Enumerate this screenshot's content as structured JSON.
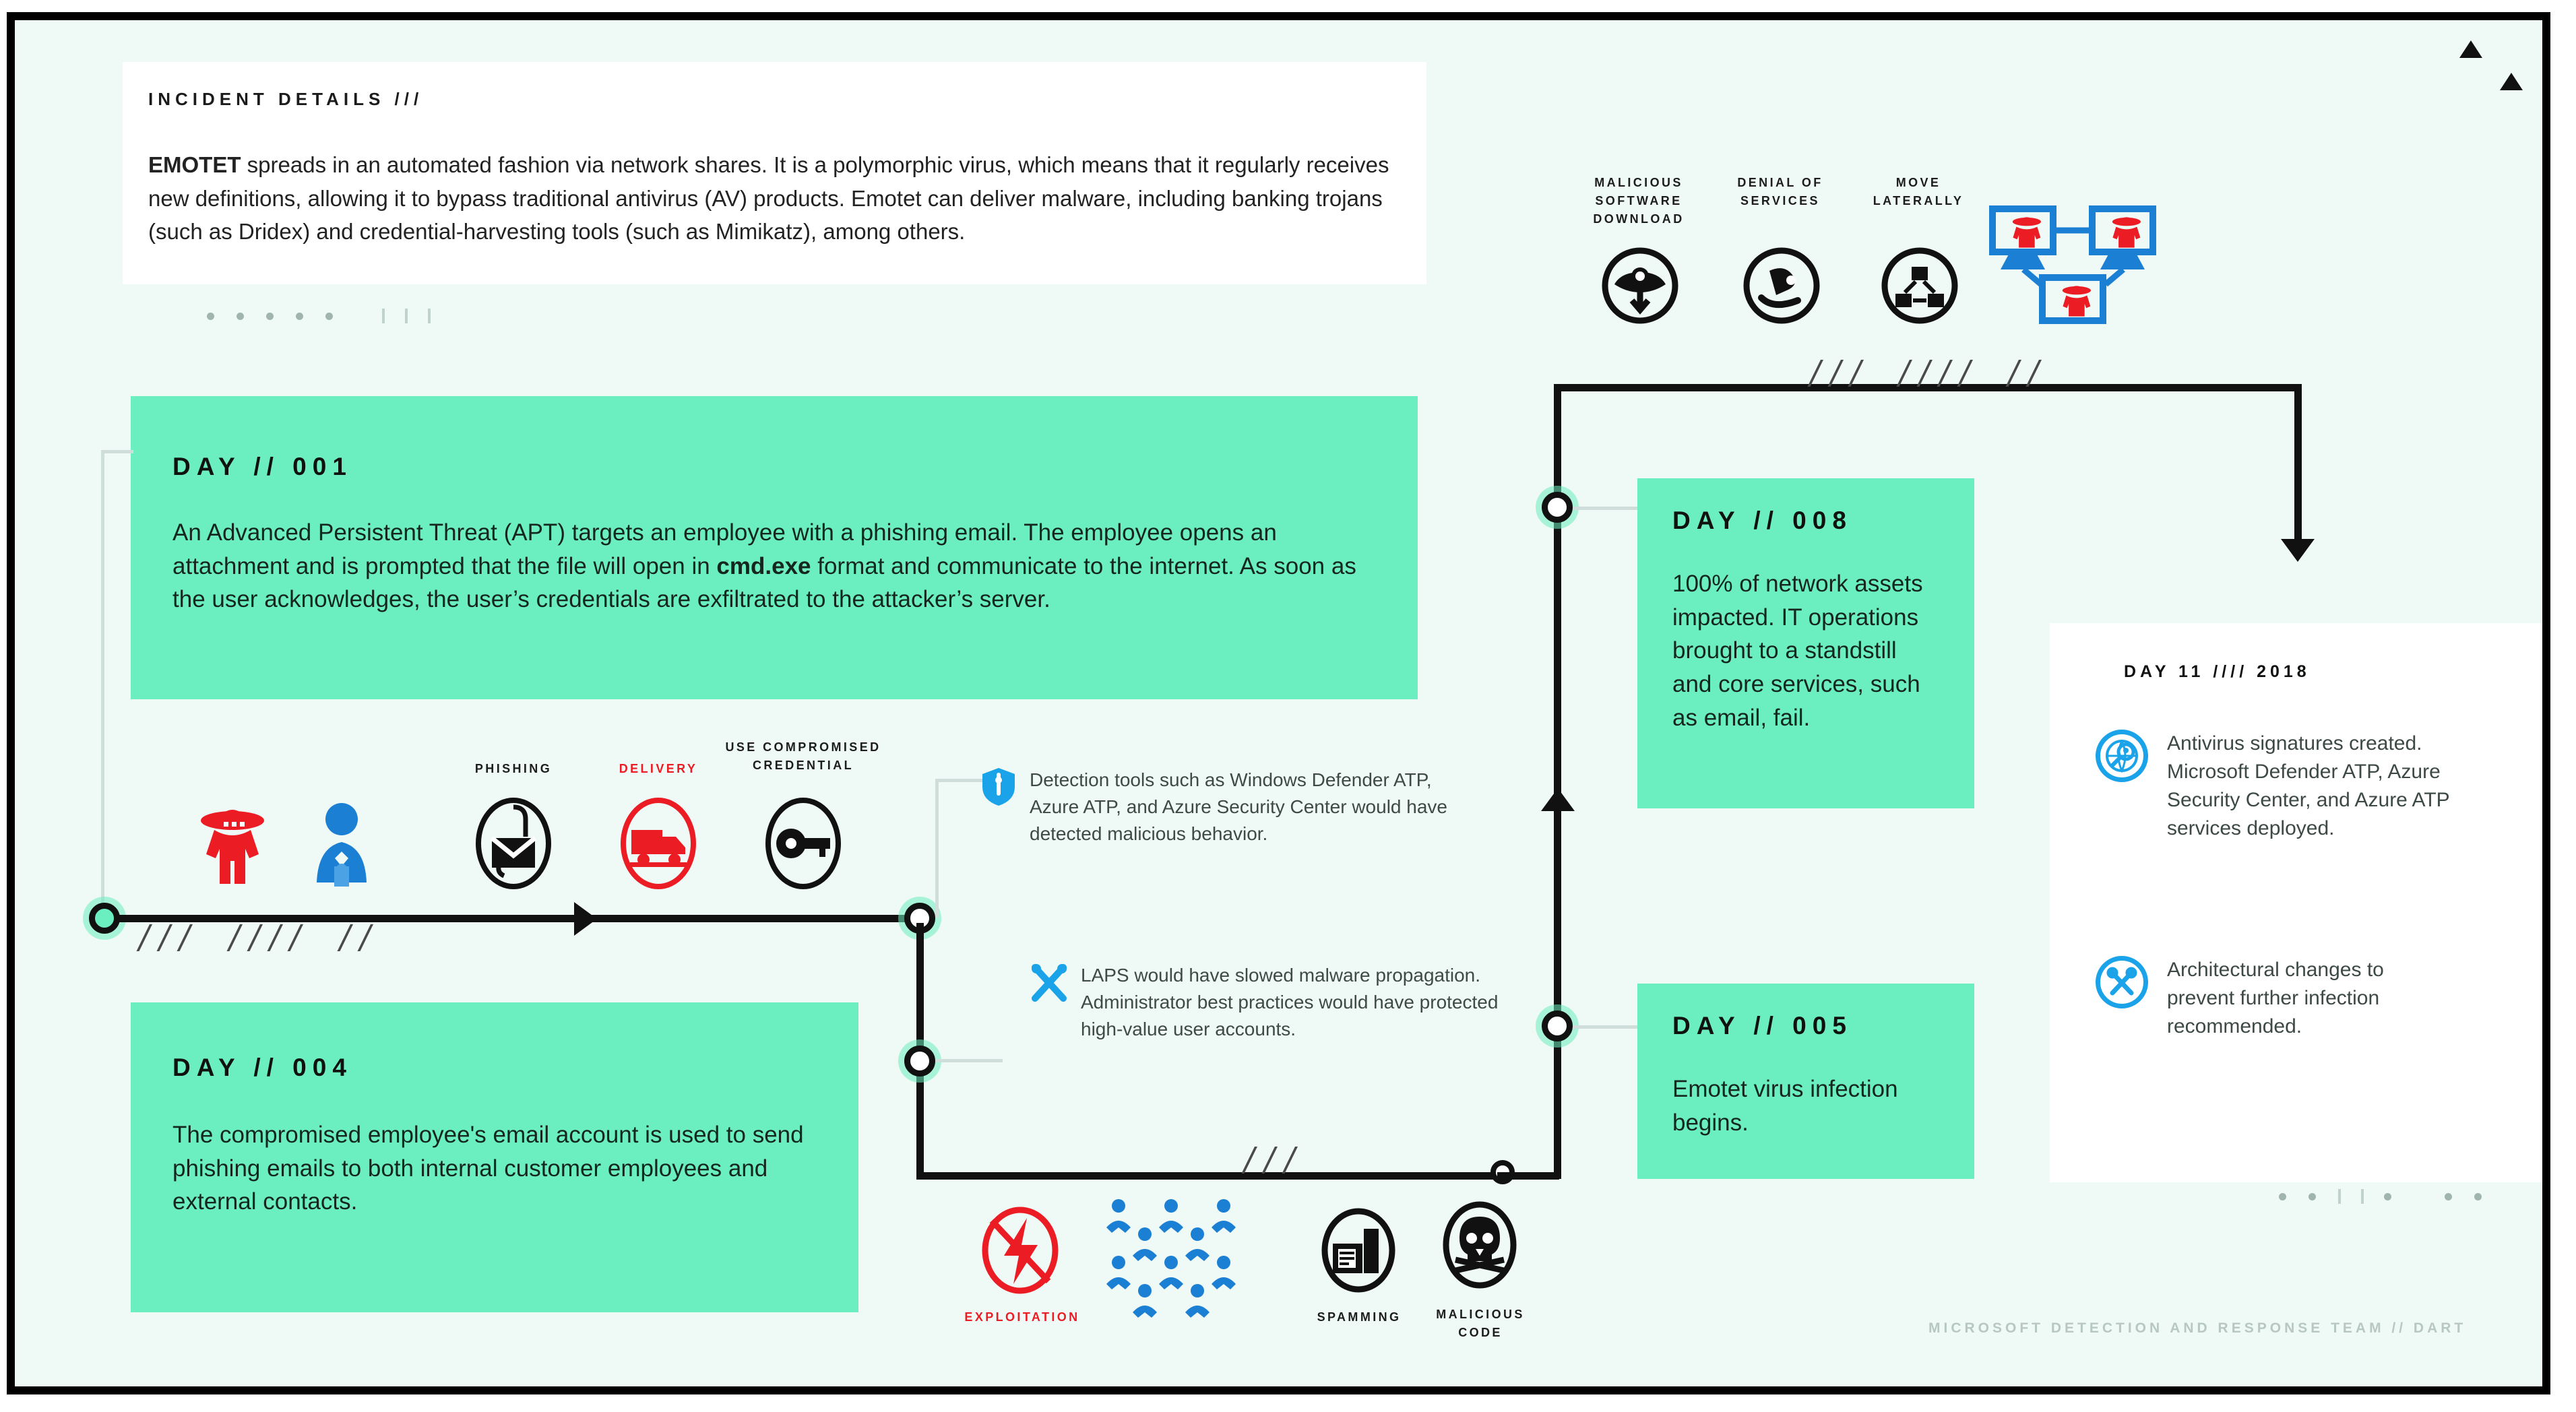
{
  "incident": {
    "kicker": "INCIDENT DETAILS ///",
    "body": "EMOTET spreads in an automated fashion via network shares. It is a polymorphic virus, which means that it regularly receives new definitions, allowing it to bypass traditional antivirus (AV) products. Emotet can deliver malware, including banking trojans (such as Dridex) and credential-harvesting tools (such as Mimikatz), among others.",
    "bold_lead": "EMOTET"
  },
  "days": {
    "d001": {
      "label": "DAY // 001",
      "body": "An Advanced Persistent Threat (APT) targets an employee with a phishing email. The employee opens an attachment and is prompted that the file will open in cmd.exe format and communicate to the internet. As soon as the user acknowledges, the user's credentials are exfiltrated to the attacker's server.",
      "bold_term": "cmd.exe"
    },
    "d004": {
      "label": "DAY // 004",
      "body": "The compromised employee's email account is used to send phishing emails to both internal customer employees and external contacts."
    },
    "d005": {
      "label": "DAY // 005",
      "body": "Emotet virus infection begins."
    },
    "d008": {
      "label": "DAY // 008",
      "body": "100% of network assets impacted. IT operations brought to a standstill and core services, such as email, fail."
    },
    "d011": {
      "label": "DAY 11 //// 2018",
      "items": [
        {
          "icon": "antivirus-scan-icon",
          "text": "Antivirus signatures created. Microsoft Defender ATP, Azure Security Center, and Azure ATP services deployed."
        },
        {
          "icon": "tools-wrench-screwdriver-icon",
          "text": "Architectural changes to prevent further infection recommended."
        }
      ]
    }
  },
  "callouts": [
    {
      "icon": "shield-icon",
      "text": "Detection tools such as Windows Defender ATP, Azure ATP, and Azure Security Center would have detected malicious behavior."
    },
    {
      "icon": "wrench-cross-icon",
      "text": "LAPS would have slowed malware propagation. Administrator best practices would have protected high-value user accounts."
    }
  ],
  "stage_icons_mid": [
    {
      "name": "attacker-figure-icon",
      "label": "",
      "color": "#ec1c24"
    },
    {
      "name": "user-figure-icon",
      "label": "",
      "color": "#1b7fd4"
    },
    {
      "name": "phishing-envelope-hook-icon",
      "label": "PHISHING",
      "color": "#111111"
    },
    {
      "name": "delivery-truck-icon",
      "label": "DELIVERY",
      "color": "#ec1c24"
    },
    {
      "name": "key-icon",
      "label": "USE COMPROMISED CREDENTIAL",
      "color": "#111111"
    }
  ],
  "stage_icons_bottom": [
    {
      "name": "exploitation-lightning-icon",
      "label": "EXPLOITATION",
      "color": "#ec1c24"
    },
    {
      "name": "spamming-people-icon",
      "label": "",
      "color": "#1b7fd4"
    },
    {
      "name": "spamming-inbox-icon",
      "label": "SPAMMING",
      "color": "#111111"
    },
    {
      "name": "malicious-code-skull-icon",
      "label": "MALICIOUS CODE",
      "color": "#111111"
    }
  ],
  "stage_icons_top": [
    {
      "name": "malicious-software-download-icon",
      "label": "MALICIOUS SOFTWARE DOWNLOAD",
      "color": "#111111"
    },
    {
      "name": "denial-of-services-icon",
      "label": "DENIAL OF SERVICES",
      "color": "#111111"
    },
    {
      "name": "move-laterally-icon",
      "label": "MOVE LATERALLY",
      "color": "#111111"
    },
    {
      "name": "infected-computers-network-icon",
      "label": "",
      "color": "#1b7fd4"
    }
  ],
  "footer": {
    "credit": "MICROSOFT DETECTION AND RESPONSE TEAM // DART"
  },
  "colors": {
    "mint": "#6cefc0",
    "page_bg": "#eff9f5",
    "ink": "#111111",
    "red": "#ec1c24",
    "blue": "#1b7fd4",
    "azure": "#1aa3e8"
  }
}
